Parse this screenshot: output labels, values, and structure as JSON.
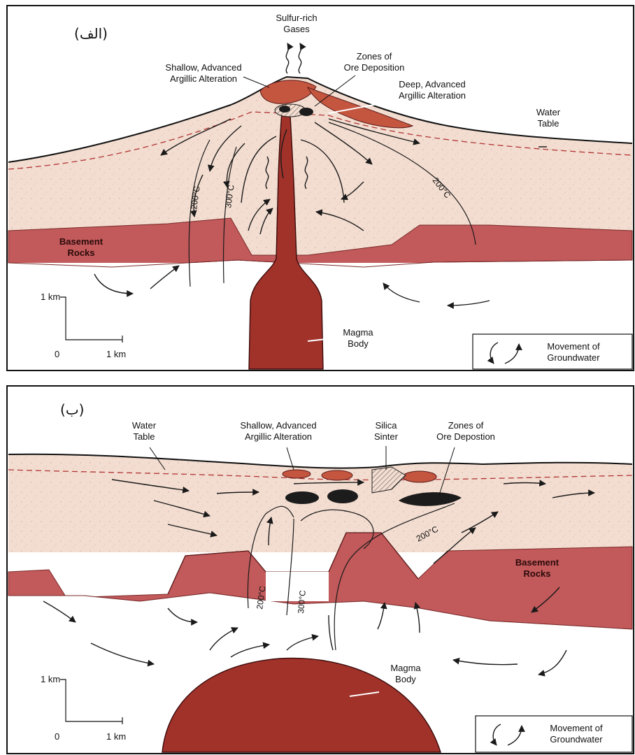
{
  "panel_a": {
    "id_label": "(الف)",
    "gases_line1": "Sulfur-rich",
    "gases_line2": "Gases",
    "shallow_line1": "Shallow, Advanced",
    "shallow_line2": "Argillic Alteration",
    "zones_line1": "Zones of",
    "zones_line2": "Ore Deposition",
    "deep_line1": "Deep, Advanced",
    "deep_line2": "Argillic Alteration",
    "water_line1": "Water",
    "water_line2": "Table",
    "basement_line1": "Basement",
    "basement_line2": "Rocks",
    "iso_200_left": "200°C",
    "iso_300": "300°C",
    "iso_200_right": "200°C",
    "magma_line1": "Magma",
    "magma_line2": "Body",
    "scale_vertical": "1 km",
    "scale_origin": "0",
    "scale_horizontal": "1 km",
    "legend_line1": "Movement of",
    "legend_line2": "Groundwater"
  },
  "panel_b": {
    "id_label": "(ب)",
    "water_line1": "Water",
    "water_line2": "Table",
    "shallow_line1": "Shallow, Advanced",
    "shallow_line2": "Argillic Alteration",
    "silica_line1": "Silica",
    "silica_line2": "Sinter",
    "zones_line1": "Zones of",
    "zones_line2": "Ore Depostion",
    "basement_line1": "Basement",
    "basement_line2": "Rocks",
    "iso_200_right": "200°C",
    "iso_200_left": "200°C",
    "iso_300": "300°C",
    "magma_line1": "Magma",
    "magma_line2": "Body",
    "scale_vertical": "1 km",
    "scale_origin": "0",
    "scale_horizontal": "1 km",
    "legend_line1": "Movement of",
    "legend_line2": "Groundwater"
  },
  "colors": {
    "crust": "#f3ddd0",
    "basement": "#c2595a",
    "magma": "#a0322a",
    "alteration": "#c4553f",
    "ore": "#1c1c1c",
    "water_table": "#b03535"
  }
}
